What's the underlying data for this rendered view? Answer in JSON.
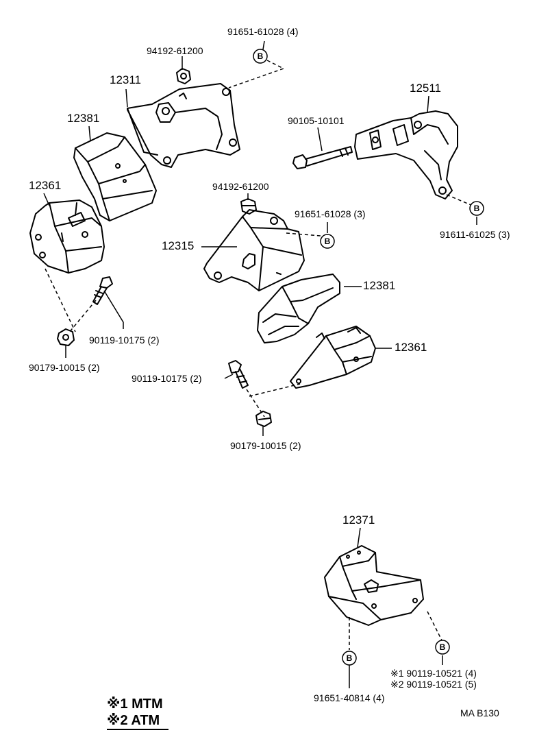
{
  "diagram": {
    "labels": {
      "p91651_61028_4": "91651-61028 (4)",
      "p94192_61200_top": "94192-61200",
      "p12311": "12311",
      "p12381_left": "12381",
      "p12361_left": "12361",
      "p90119_10175_left": "90119-10175 (2)",
      "p90179_10015_left": "90179-10015 (2)",
      "p12511": "12511",
      "p90105_10101": "90105-10101",
      "p91611_61025": "91611-61025 (3)",
      "p94192_61200_mid": "94192-61200",
      "p91651_61028_3": "91651-61028 (3)",
      "p12315": "12315",
      "p12381_right": "12381",
      "p12361_right": "12361",
      "p90119_10175_mid": "90119-10175 (2)",
      "p90179_10015_mid": "90179-10015 (2)",
      "p12371": "12371",
      "p91651_40814": "91651-40814 (4)",
      "note1_part": "※1 90119-10521 (4)",
      "note2_part": "※2 90119-10521 (5)",
      "diagram_code": "MA  B130"
    },
    "marker_letter": "B",
    "legend": {
      "mtm": "※1 MTM",
      "atm": "※2 ATM"
    }
  }
}
